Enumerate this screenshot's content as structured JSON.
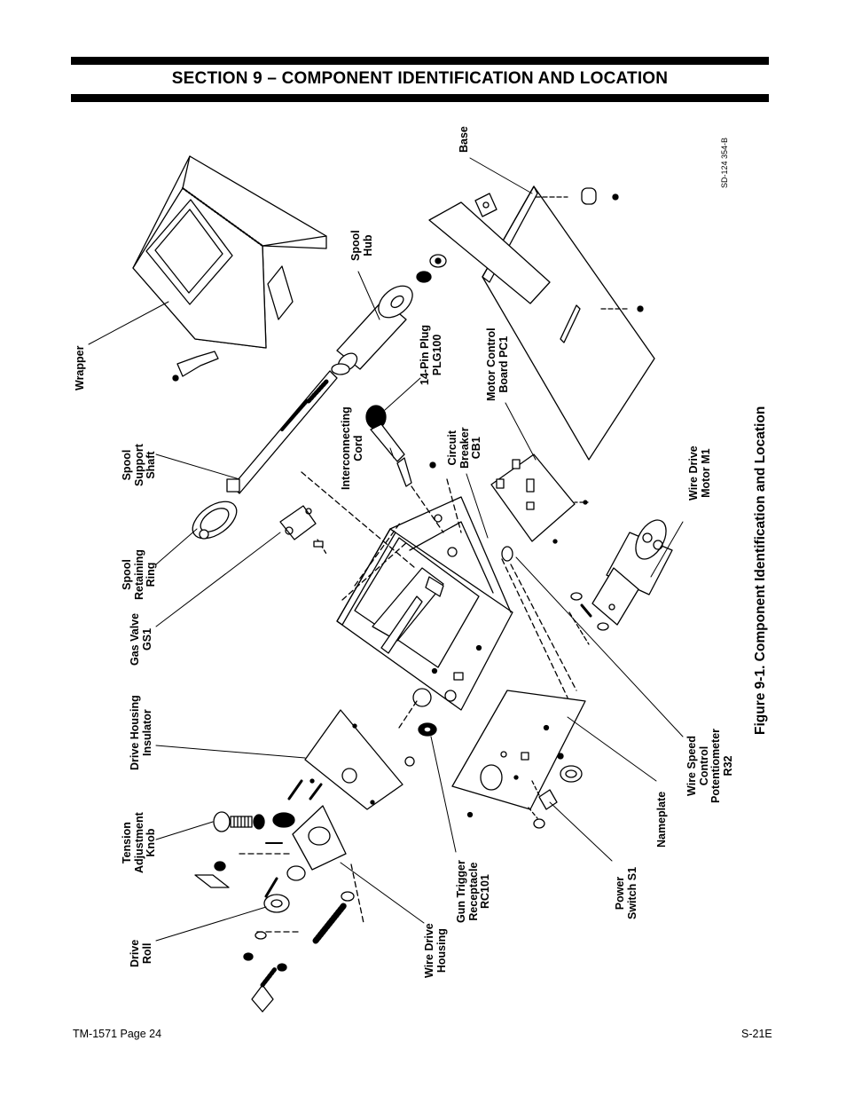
{
  "header": {
    "title": "SECTION 9 – COMPONENT IDENTIFICATION AND LOCATION"
  },
  "figure": {
    "caption": "Figure 9-1. Component Identification and Location",
    "drawing_number": "SD-124 354-B"
  },
  "labels": {
    "wrapper": [
      "Wrapper"
    ],
    "spool_support_shaft": [
      "Spool",
      "Support",
      "Shaft"
    ],
    "spool_retaining_ring": [
      "Spool",
      "Retaining",
      "Ring"
    ],
    "gas_valve": [
      "Gas Valve",
      "GS1"
    ],
    "drive_housing_insulator": [
      "Drive Housing",
      "Insulator"
    ],
    "tension_adjustment_knob": [
      "Tension",
      "Adjustment",
      "Knob"
    ],
    "drive_roll": [
      "Drive",
      "Roll"
    ],
    "spool_hub": [
      "Spool",
      "Hub"
    ],
    "interconnecting_cord": [
      "Interconnecting",
      "Cord"
    ],
    "plug": [
      "14-Pin Plug",
      "PLG100"
    ],
    "circuit_breaker": [
      "Circuit",
      "Breaker",
      "CB1"
    ],
    "motor_control_board": [
      "Motor Control",
      "Board PC1"
    ],
    "base": [
      "Base"
    ],
    "wire_drive_motor": [
      "Wire Drive",
      "Motor M1"
    ],
    "wire_speed_control": [
      "Wire Speed",
      "Control",
      "Potentiometer",
      "R32"
    ],
    "nameplate": [
      "Nameplate"
    ],
    "power_switch": [
      "Power",
      "Switch S1"
    ],
    "gun_trigger_receptacle": [
      "Gun Trigger",
      "Receptacle",
      "RC101"
    ],
    "wire_drive_housing": [
      "Wire Drive",
      "Housing"
    ]
  },
  "footer": {
    "left": "TM-1571 Page 24",
    "right": "S-21E"
  }
}
